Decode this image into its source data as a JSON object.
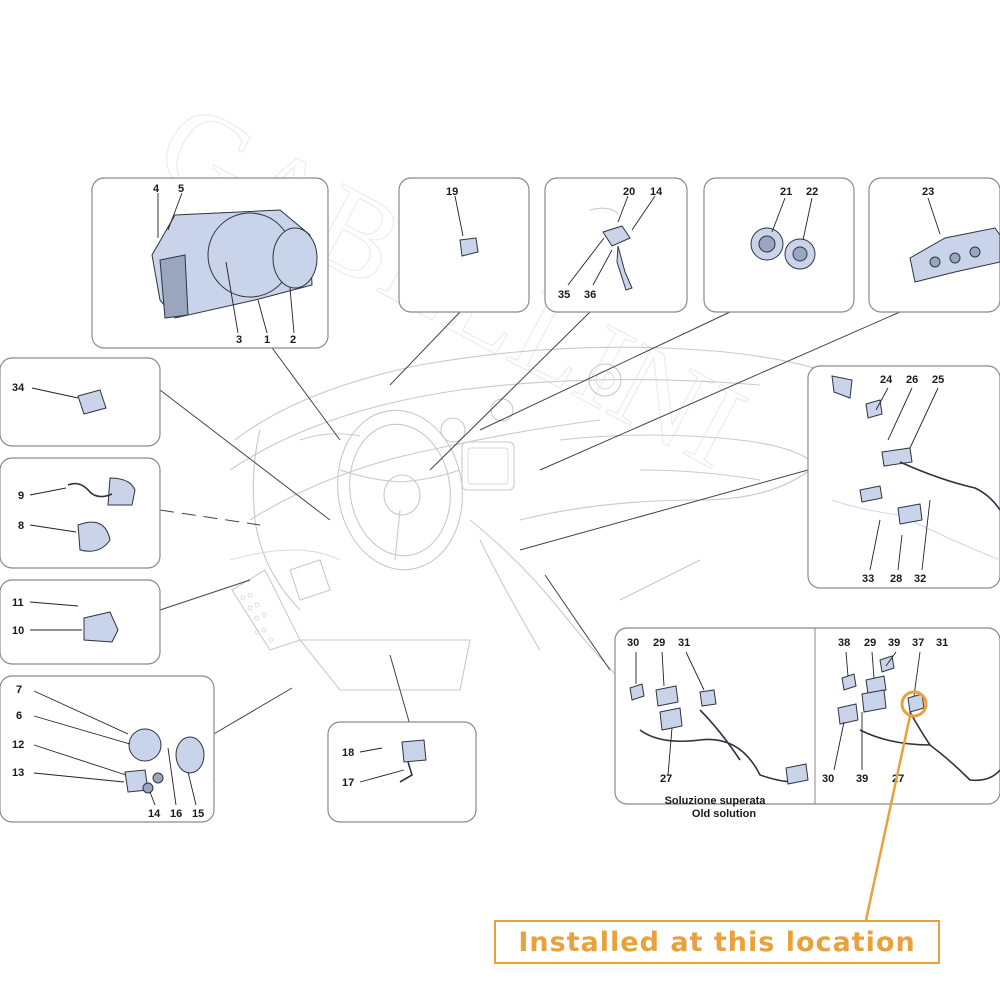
{
  "callout": {
    "text": "Installed at this location",
    "color": "#e9a23b"
  },
  "watermark": {
    "text": "GABELLINI"
  },
  "old_solution": {
    "line1": "Soluzione superata",
    "line2": "Old solution"
  },
  "labels": {
    "n1": "1",
    "n2": "2",
    "n3": "3",
    "n4": "4",
    "n5": "5",
    "n6": "6",
    "n7": "7",
    "n8": "8",
    "n9": "9",
    "n10": "10",
    "n11": "11",
    "n12": "12",
    "n13": "13",
    "n14a": "14",
    "n14b": "14",
    "n15": "15",
    "n16": "16",
    "n17": "17",
    "n18": "18",
    "n19": "19",
    "n20": "20",
    "n21": "21",
    "n22": "22",
    "n23": "23",
    "n24": "24",
    "n25": "25",
    "n26": "26",
    "n27a": "27",
    "n27b": "27",
    "n28": "28",
    "n29a": "29",
    "n29b": "29",
    "n30a": "30",
    "n30b": "30",
    "n31a": "31",
    "n31b": "31",
    "n32": "32",
    "n33": "33",
    "n34": "34",
    "n35": "35",
    "n36": "36",
    "n37": "37",
    "n38": "38",
    "n39a": "39",
    "n39b": "39"
  },
  "colors": {
    "part_fill": "#c9d4ea",
    "box_stroke": "#8a8a8a",
    "highlight": "#e9a23b"
  }
}
